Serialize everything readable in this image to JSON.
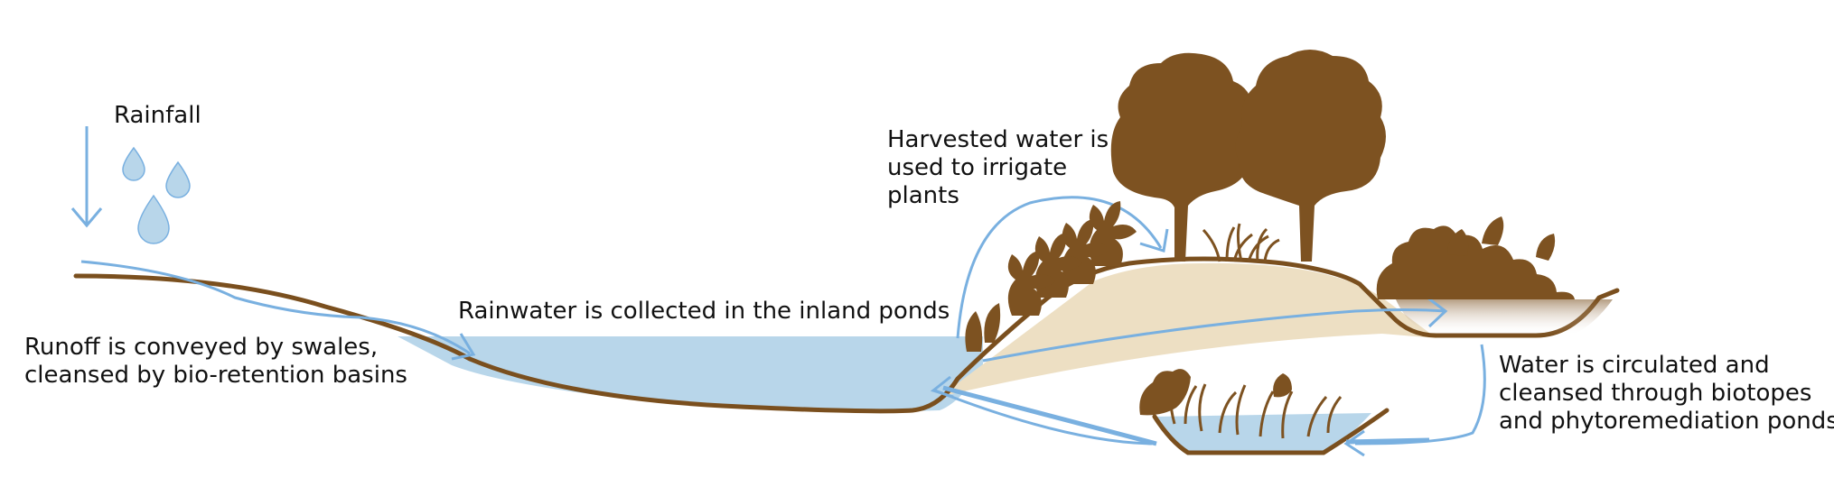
{
  "labels": {
    "rainfall": "Rainfall",
    "runoff": [
      "Runoff is conveyed by swales,",
      "cleansed by bio-retention basins"
    ],
    "inland_ponds": "Rainwater is collected in the inland ponds",
    "harvested": [
      "Harvested water is",
      "used to irrigate",
      "plants"
    ],
    "circulated": [
      "Water is circulated and",
      "cleansed through biotopes",
      "and phytoremediation ponds"
    ]
  },
  "colors": {
    "earth": "#7a4f1e",
    "water": "#b8d6ea",
    "arrow": "#79b0e0",
    "sand": "#eddfc3",
    "vegetation": "#7d5221"
  },
  "icons": [
    "rain-arrow-icon",
    "water-drop-icon",
    "tree-icon",
    "shrub-icon",
    "grass-icon"
  ]
}
